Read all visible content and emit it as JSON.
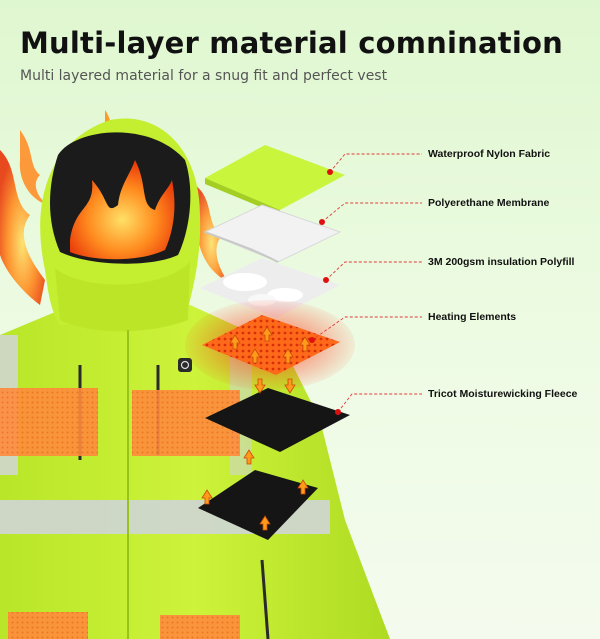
{
  "header": {
    "title": "Multi-layer material comnination",
    "subtitle": "Multi layered material for a snug fit and perfect vest"
  },
  "layers": [
    {
      "label": "Waterproof Nylon Fabric",
      "color": "#c9f53c"
    },
    {
      "label": "Polyerethane Membrane",
      "color": "#f2f2f2"
    },
    {
      "label": "3M 200gsm insulation Polyfill",
      "color": "#ededed"
    },
    {
      "label": "Heating Elements",
      "color": "#ff6a1a"
    },
    {
      "label": "Tricot Moisturewicking Fleece",
      "color": "#151515"
    }
  ],
  "colors": {
    "jacket": "#c6ef2f",
    "reflective": "#cfd6cf",
    "heating_pad": "#ff8a3c",
    "leader_line": "#e23b3b",
    "dot": "#e01010"
  },
  "icons": [
    "flame-icon",
    "heat-arrow-icon",
    "power-button-icon"
  ]
}
